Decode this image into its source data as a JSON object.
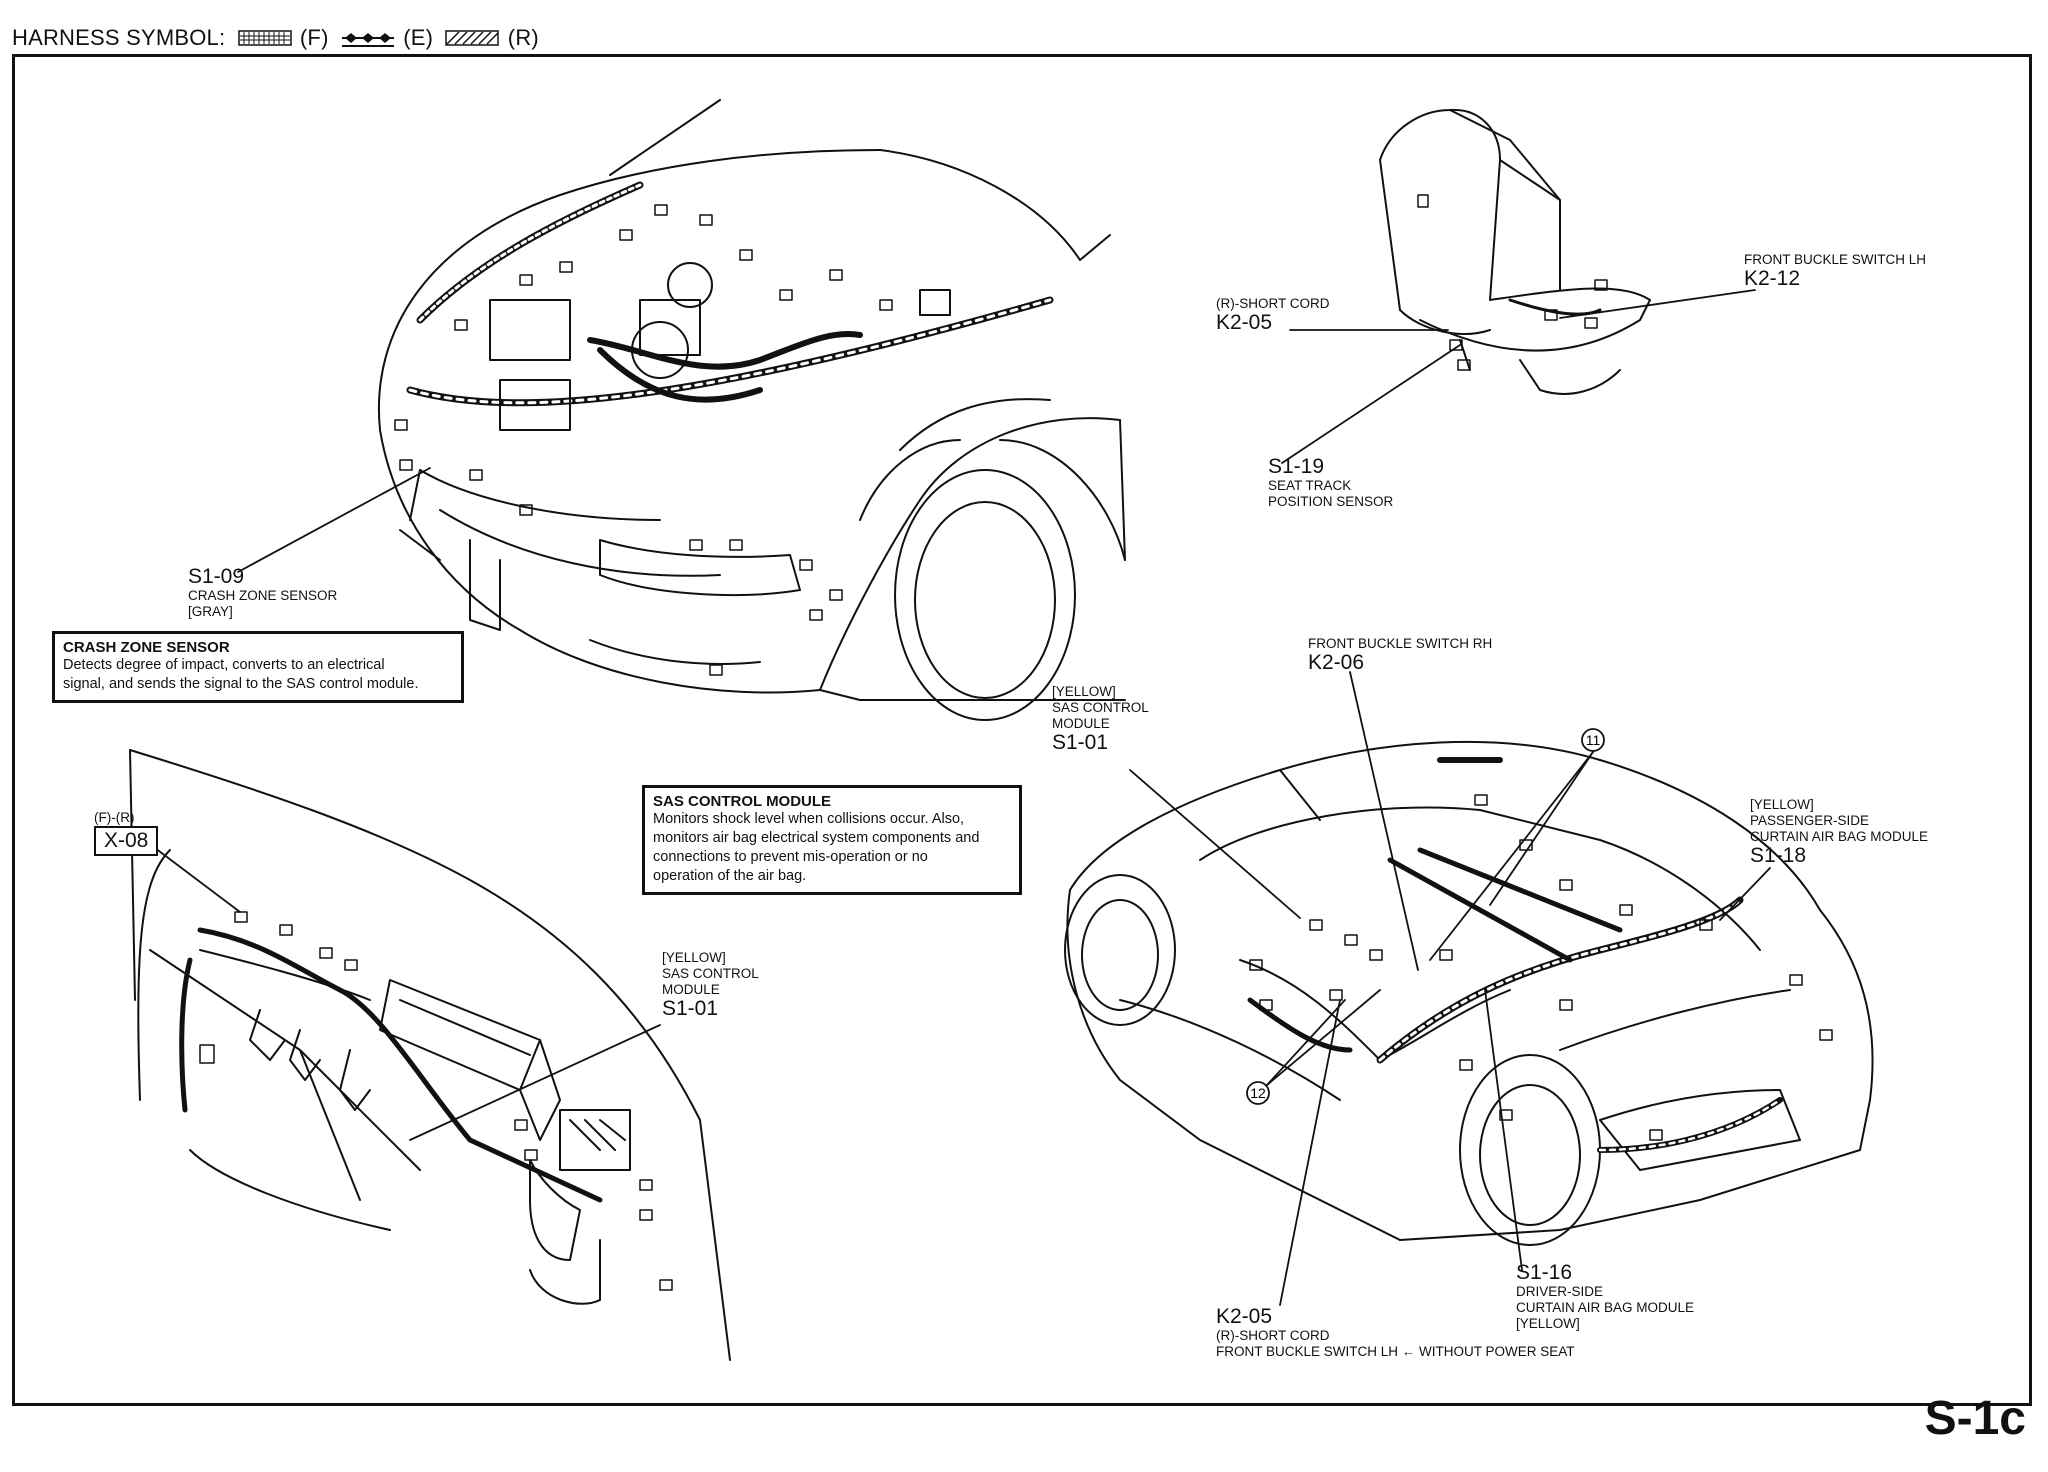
{
  "header": {
    "label": "HARNESS SYMBOL:",
    "front_code": "(F)",
    "engine_code": "(E)",
    "rear_code": "(R)"
  },
  "page_id": "S-1c",
  "callouts": {
    "s1_09": {
      "code": "S1-09",
      "line1": "CRASH ZONE SENSOR",
      "line2": "[GRAY]"
    },
    "k2_05_seat": {
      "prefix": "(R)-SHORT CORD",
      "code": "K2-05"
    },
    "k2_12": {
      "prefix": "FRONT BUCKLE SWITCH LH",
      "code": "K2-12"
    },
    "s1_19": {
      "code": "S1-19",
      "line1": "SEAT TRACK",
      "line2": "POSITION SENSOR"
    },
    "k2_06": {
      "prefix": "FRONT BUCKLE SWITCH RH",
      "code": "K2-06"
    },
    "s1_01_top": {
      "line1": "[YELLOW]",
      "line2": "SAS CONTROL",
      "line3": "MODULE",
      "code": "S1-01"
    },
    "s1_18": {
      "line1": "[YELLOW]",
      "line2": "PASSENGER-SIDE",
      "line3": "CURTAIN AIR BAG MODULE",
      "code": "S1-18"
    },
    "x_08": {
      "prefix": "(F)-(R)",
      "code": "X-08"
    },
    "s1_01_bottom": {
      "line1": "[YELLOW]",
      "line2": "SAS CONTROL",
      "line3": "MODULE",
      "code": "S1-01"
    },
    "s1_16": {
      "code": "S1-16",
      "line1": "DRIVER-SIDE",
      "line2": "CURTAIN AIR BAG MODULE",
      "line3": "[YELLOW]"
    },
    "k2_05_bottom": {
      "code": "K2-05",
      "line1": "(R)-SHORT CORD",
      "line2": "FRONT BUCKLE SWITCH LH ← WITHOUT POWER SEAT"
    },
    "marker_11": "11",
    "marker_12": "12"
  },
  "notes": {
    "crash_zone": {
      "title": "CRASH ZONE SENSOR",
      "body": [
        "Detects degree of impact, converts to an electrical",
        "signal, and sends the signal to the SAS control module."
      ]
    },
    "sas_module": {
      "title": "SAS CONTROL MODULE",
      "body": [
        "Monitors shock level when collisions occur. Also,",
        "monitors air bag electrical system components and",
        "connections to prevent mis-operation or no",
        "operation of the air bag."
      ]
    }
  }
}
